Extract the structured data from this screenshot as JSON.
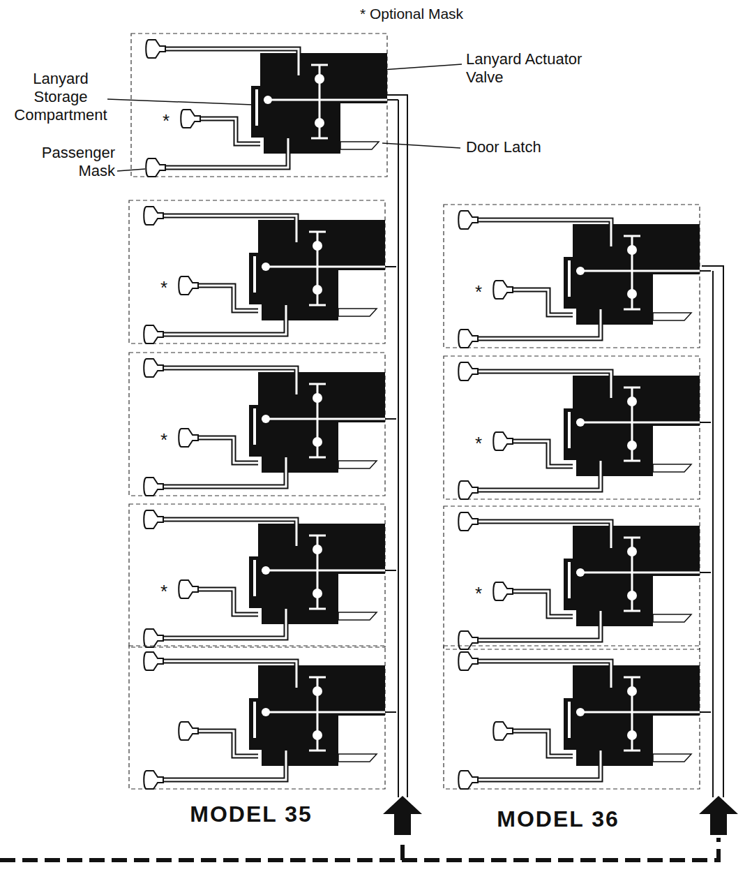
{
  "diagram": {
    "labels": [
      "* Optional Mask",
      "Lanyard Actuator Valve",
      "Lanyard Storage Compartment",
      "Door Latch",
      "Passenger Mask",
      "*",
      "*",
      "*",
      "*",
      "*",
      "*",
      "*",
      "MODEL 35",
      "MODEL 36"
    ]
  }
}
